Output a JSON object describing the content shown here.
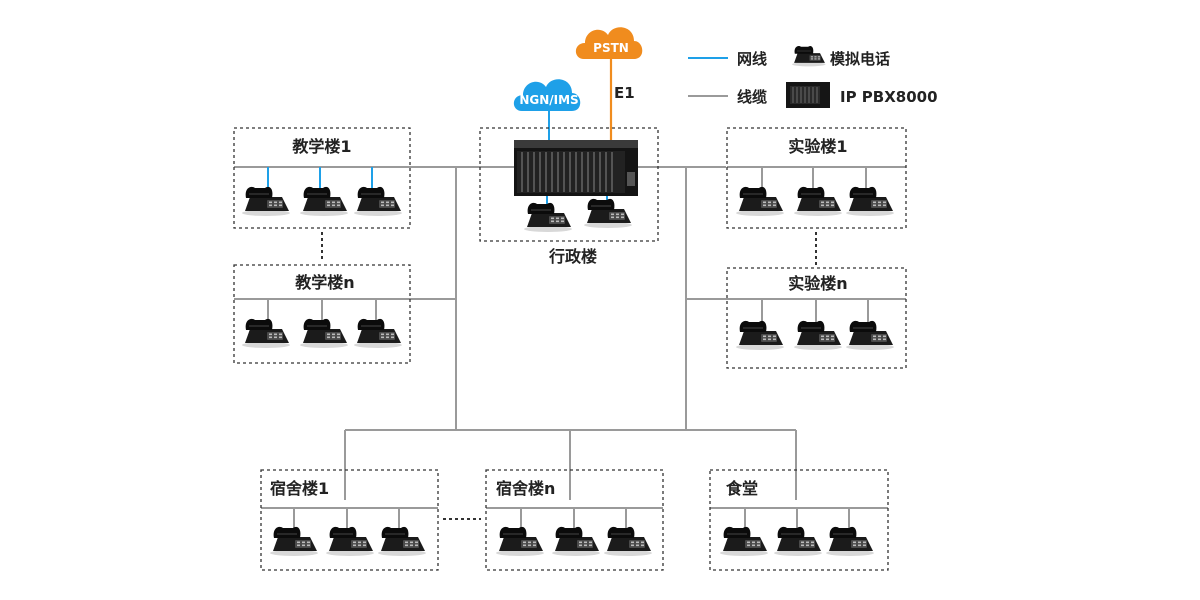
{
  "clouds": {
    "pstn": "PSTN",
    "ngn": "NGN/IMS"
  },
  "e1_label": "E1",
  "legend": {
    "net_line": "网线",
    "cable_line": "线缆",
    "analog_phone": "模拟电话",
    "pbx": "IP PBX8000"
  },
  "buildings": {
    "admin": "行政楼",
    "teach1": "教学楼1",
    "teachn": "教学楼n",
    "lab1": "实验楼1",
    "labn": "实验楼n",
    "dorm1": "宿舍楼1",
    "dormn": "宿舍楼n",
    "canteen": "食堂"
  },
  "colors": {
    "net_line": "#1ea0e8",
    "cable_line": "#9a9a9a",
    "pstn_cloud": "#f08c1e",
    "ngn_cloud": "#1ea0e8"
  },
  "icons": [
    "cloud-icon",
    "phone-icon",
    "pbx-device-icon"
  ]
}
